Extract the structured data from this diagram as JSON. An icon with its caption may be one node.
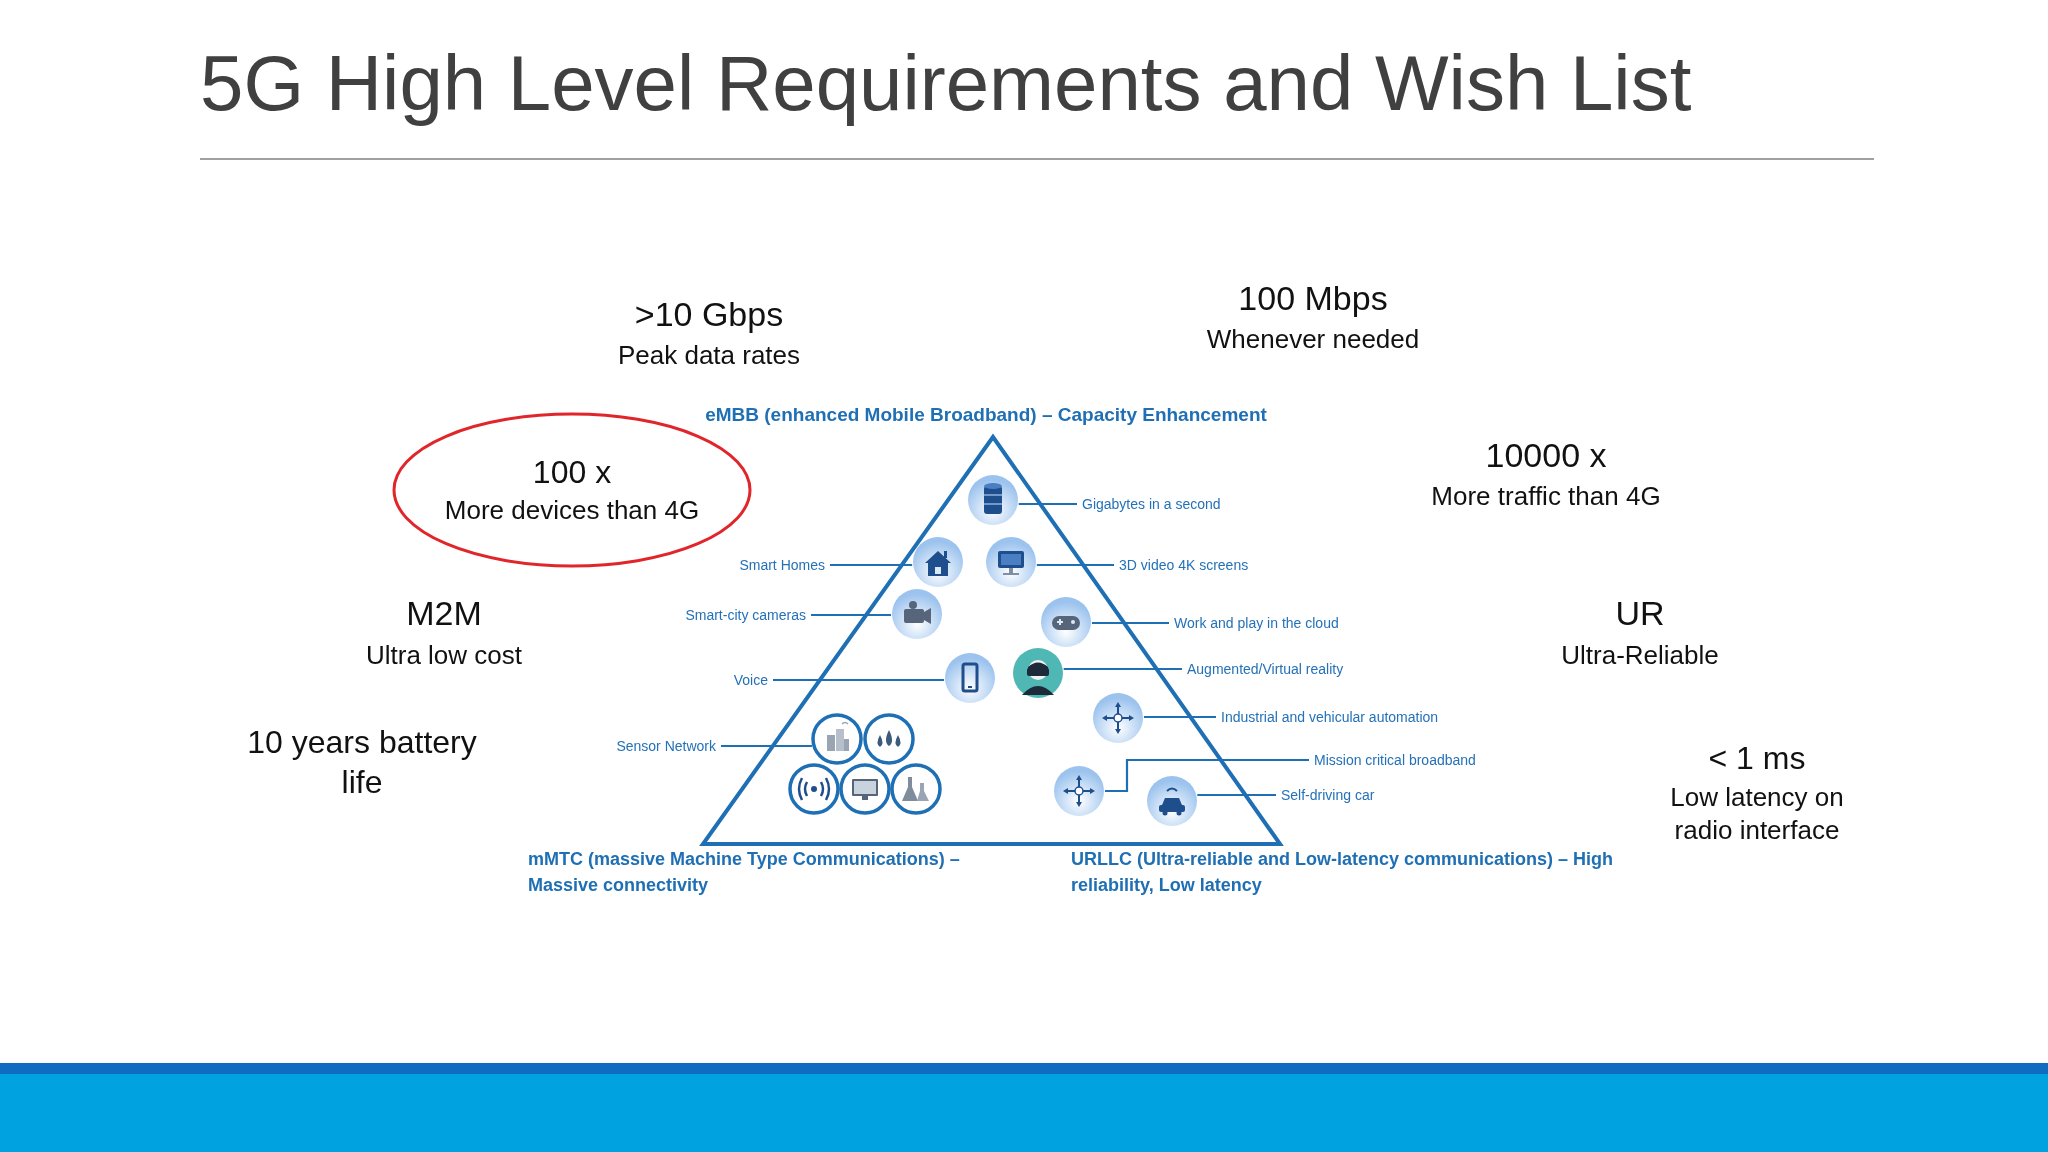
{
  "diagram": {
    "title": "5G High Level Requirements and Wish List",
    "nodes": [
      {
        "text": [
          "100 x",
          "More devices than 4G"
        ]
      },
      {
        "text": [],
        "shape": "circle"
      },
      {
        "text": [
          "Gigabytes in a second"
        ]
      },
      {
        "text": [
          "Smart Homes"
        ]
      },
      {
        "text": [],
        "shape": "circle"
      },
      {
        "text": [],
        "shape": "circle"
      },
      {
        "text": [
          "3D video 4K screens"
        ]
      },
      {
        "text": [
          "Smart-city cameras"
        ]
      },
      {
        "text": [],
        "shape": "circle"
      },
      {
        "text": [],
        "shape": "circle"
      },
      {
        "text": [
          "Work and play in the cloud"
        ]
      },
      {
        "text": [
          "Voice"
        ]
      },
      {
        "text": [],
        "shape": "circle"
      },
      {
        "text": [],
        "shape": "circle"
      },
      {
        "text": [
          "Augmented/Virtual reality"
        ]
      },
      {
        "text": [],
        "shape": "circle"
      },
      {
        "text": [
          "Industrial and vehicular automation"
        ]
      },
      {
        "text": [
          "Sensor Network"
        ]
      },
      {
        "text": [],
        "shape": "circle"
      },
      {
        "text": [],
        "shape": "circle"
      },
      {
        "text": [
          "Mission critical broadband"
        ]
      },
      {
        "text": [],
        "shape": "circle"
      },
      {
        "text": [],
        "shape": "circle"
      },
      {
        "text": [],
        "shape": "circle"
      },
      {
        "text": [],
        "shape": "circle"
      },
      {
        "text": [],
        "shape": "circle"
      },
      {
        "text": [
          "Self-driving car"
        ]
      }
    ],
    "edges": [
      {
        "from": 2,
        "to": 1,
        "arrow": "none"
      },
      {
        "from": 3,
        "to": 4,
        "arrow": "none"
      },
      {
        "from": 6,
        "to": 5,
        "arrow": "none"
      },
      {
        "from": 7,
        "to": 8,
        "arrow": "none"
      },
      {
        "from": 10,
        "to": 9,
        "arrow": "none"
      },
      {
        "from": 11,
        "to": 12,
        "arrow": "none"
      },
      {
        "from": 14,
        "to": 13,
        "arrow": "none"
      },
      {
        "from": 16,
        "to": 15,
        "arrow": "none"
      },
      {
        "from": 17,
        "to": 18,
        "arrow": "none"
      },
      {
        "from": 20,
        "to": 24,
        "arrow": "none"
      },
      {
        "from": 26,
        "to": 25,
        "arrow": "none"
      }
    ],
    "labels": [
      ">10 Gbps",
      "Peak data rates",
      "100 Mbps",
      "Whenever needed",
      "eMBB (enhanced Mobile Broadband) – Capacity Enhancement",
      "10000 x",
      "More traffic than 4G",
      "M2M",
      "Ultra low cost",
      "UR",
      "Ultra-Reliable",
      "10 years battery life",
      "< 1 ms",
      "Low latency on radio interface",
      "mMTC (massive Machine Type Communications) – Massive connectivity",
      "URLLC (Ultra-reliable and Low-latency communications) – High reliability, Low latency"
    ]
  }
}
